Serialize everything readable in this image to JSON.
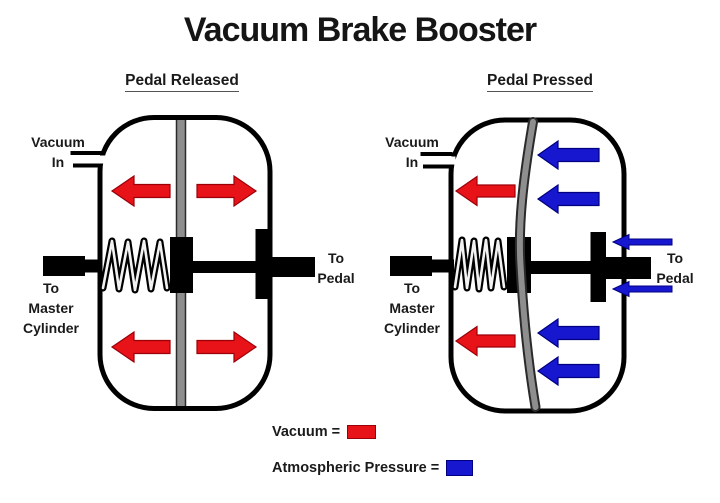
{
  "title": "Vacuum Brake Booster",
  "colors": {
    "vacuum_red": "#e81318",
    "atmospheric_blue": "#1717cf",
    "diaphragm_gray": "#8e8e8e",
    "outline_black": "#000000"
  },
  "panels": {
    "released": {
      "title": "Pedal Released",
      "labels": {
        "vacuum_in_line1": "Vacuum",
        "vacuum_in_line2": "In",
        "master_line1": "To",
        "master_line2": "Master",
        "master_line3": "Cylinder",
        "pedal_line1": "To",
        "pedal_line2": "Pedal"
      }
    },
    "pressed": {
      "title": "Pedal Pressed",
      "labels": {
        "vacuum_in_line1": "Vacuum",
        "vacuum_in_line2": "In",
        "master_line1": "To",
        "master_line2": "Master",
        "master_line3": "Cylinder",
        "pedal_line1": "To",
        "pedal_line2": "Pedal"
      }
    }
  },
  "legend": {
    "items": [
      {
        "label": "Vacuum =",
        "color": "#e81318"
      },
      {
        "label": "Atmospheric Pressure =",
        "color": "#1717cf"
      }
    ]
  }
}
